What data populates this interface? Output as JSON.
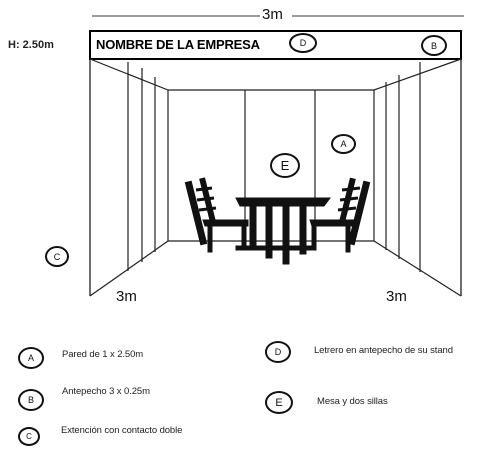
{
  "dimensions": {
    "top_width": "3m",
    "height": "H: 2.50m",
    "bottom_left_depth": "3m",
    "bottom_right_depth": "3m"
  },
  "sign": {
    "company_name": "NOMBRE DE LA EMPRESA",
    "marker_d": "D",
    "marker_b": "B"
  },
  "markers": {
    "a": "A",
    "c": "C",
    "e": "E"
  },
  "legend": [
    {
      "marker": "A",
      "text": "Pared de 1 x 2.50m"
    },
    {
      "marker": "B",
      "text": "Antepecho 3 x 0.25m"
    },
    {
      "marker": "C",
      "text": "Extención con contacto doble"
    },
    {
      "marker": "D",
      "text": "Letrero en antepecho de su stand"
    },
    {
      "marker": "E",
      "text": "Mesa y dos sillas"
    }
  ]
}
